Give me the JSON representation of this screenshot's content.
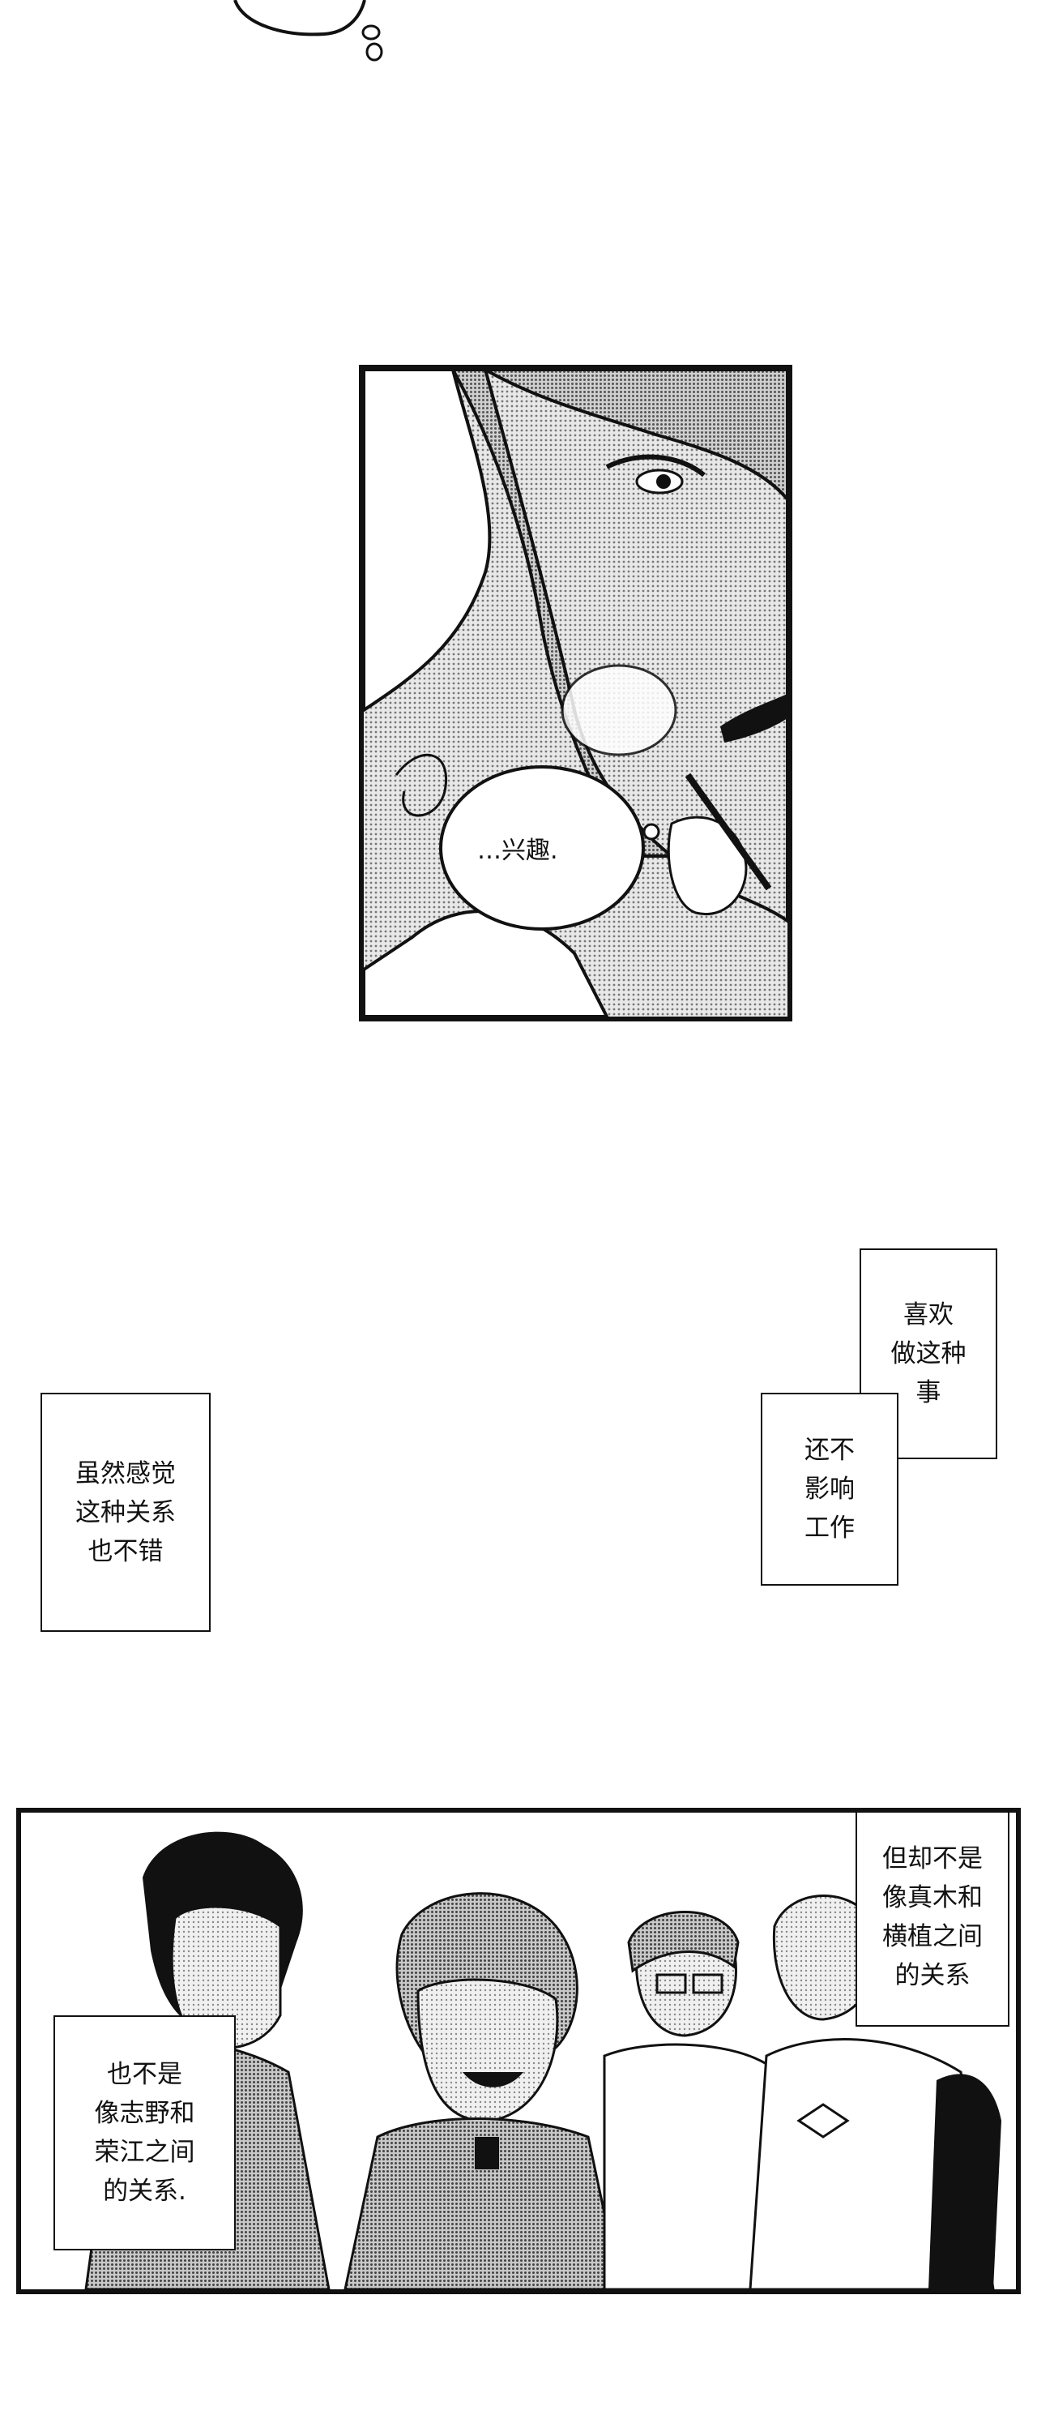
{
  "panel_top": {
    "thought": "…兴趣."
  },
  "captions_middle": {
    "left": "虽然感觉\n这种关系\n也不错",
    "right_top": "喜欢\n做这种\n事",
    "right_bottom": "还不\n影响\n工作"
  },
  "panel_bottom": {
    "caption_right": "但却不是\n像真木和\n横植之间\n的关系",
    "caption_left": "也不是\n像志野和\n荣江之间\n的关系."
  },
  "colors": {
    "ink": "#111111",
    "paper": "#ffffff",
    "tone": "#9a9a9a"
  }
}
